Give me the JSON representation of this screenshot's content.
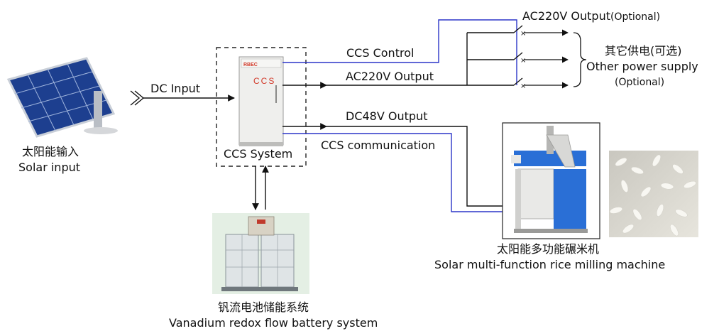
{
  "solar": {
    "label_cn": "太阳能输入",
    "label_en": "Solar input"
  },
  "dc_input": {
    "label": "DC Input"
  },
  "ccs": {
    "cabinet_text": "CCS",
    "brand": "RBEC",
    "system_label": "CCS System"
  },
  "lines": {
    "ccs_control": "CCS Control",
    "ac220_output": "AC220V Output",
    "dc48_output": "DC48V Output",
    "ccs_communication": "CCS communication"
  },
  "ac_optional": {
    "label": "AC220V Output",
    "suffix": "(Optional)"
  },
  "other_power": {
    "label_cn": "其它供电(可选)",
    "label_en": "Other power supply",
    "label_opt": "(Optional)"
  },
  "battery": {
    "label_cn": "钒流电池储能系统",
    "label_en": "Vanadium redox flow battery system"
  },
  "rice_mill": {
    "label_cn": "太阳能多功能碾米机",
    "label_en": "Solar multi-function rice milling machine"
  },
  "colors": {
    "control_line": "#2b35c8",
    "power_line": "#111111",
    "cabinet_red": "#d23a2a",
    "machine_blue": "#2a6fd6"
  }
}
